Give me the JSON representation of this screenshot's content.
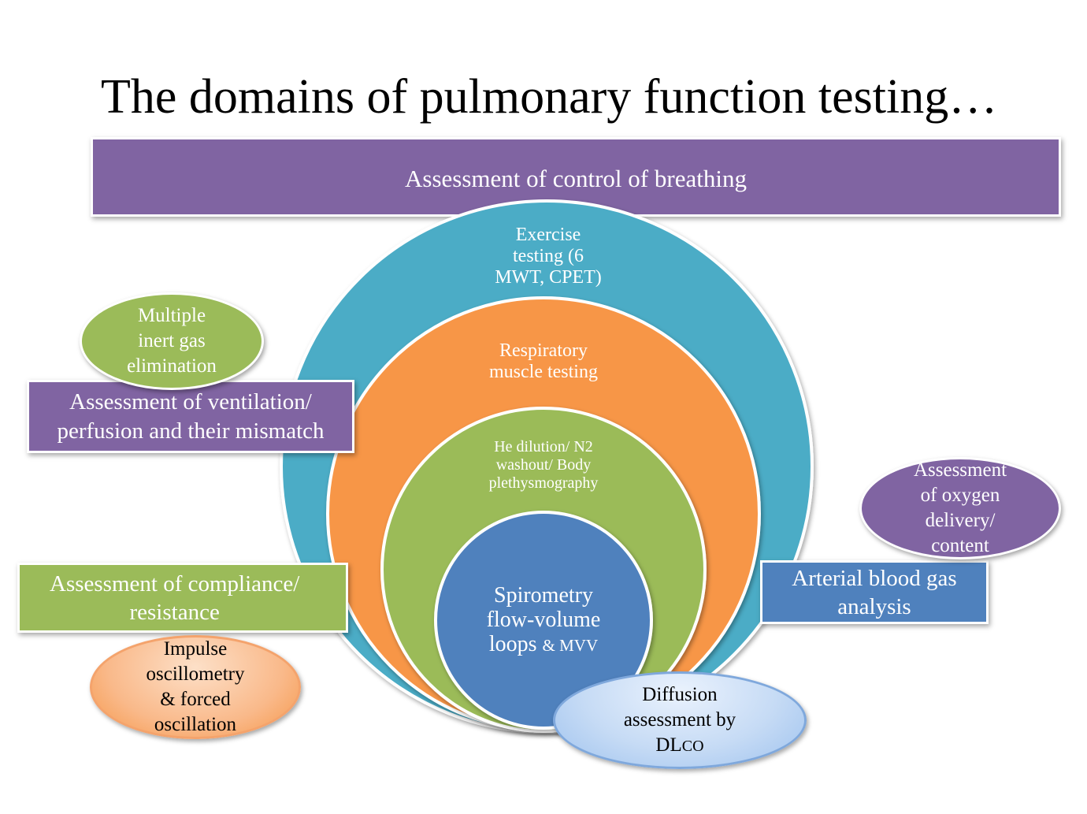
{
  "title": "The domains of pulmonary function testing…",
  "banners": {
    "control": "Assessment of control of breathing",
    "ventilation": "Assessment of ventilation/\nperfusion and their mismatch",
    "compliance": "Assessment of compliance/\nresistance",
    "abg": "Arterial blood gas\nanalysis"
  },
  "rings": {
    "exercise": "Exercise\ntesting (6\nMWT, CPET)",
    "respiratory": "Respiratory\nmuscle testing",
    "volumes": "He dilution/ N2\nwashout/ Body\nplethysmography",
    "spirometry_main": "Spirometry\nflow-volume\nloops",
    "spirometry_suffix": "& MVV"
  },
  "ellipses": {
    "inert_gas": "Multiple\ninert gas\nelimination",
    "oxygen": "Assessment\nof oxygen\ndelivery/\ncontent",
    "impulse": "Impulse\noscillometry\n& forced\noscillation",
    "dlco_text": "Diffusion\nassessment by\nDL",
    "dlco_suffix": "CO"
  },
  "colors": {
    "purple": "#8064a2",
    "teal": "#4bacc6",
    "orange": "#f79646",
    "green": "#9bbb59",
    "blue": "#4f81bd"
  }
}
